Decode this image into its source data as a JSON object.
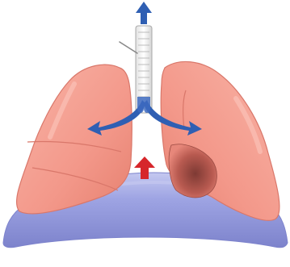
{
  "diagram": {
    "parts": [
      {
        "name": "trachea-syringe",
        "kind": "graduated tube"
      },
      {
        "name": "right-lung",
        "state": "inflated"
      },
      {
        "name": "left-lung",
        "state": "partially collapsed"
      },
      {
        "name": "diaphragm",
        "state": "dome"
      }
    ],
    "arrows": [
      {
        "name": "air-out-arrow",
        "direction": "up",
        "color": "#2f5fb3"
      },
      {
        "name": "diaphragm-push-arrow",
        "direction": "up",
        "color": "#d6262b"
      },
      {
        "name": "airflow-left-arrow",
        "direction": "down-left",
        "color": "#2f5fb3"
      },
      {
        "name": "airflow-right-arrow",
        "direction": "down-right",
        "color": "#2f5fb3"
      }
    ],
    "colors": {
      "lung": "#f3988a",
      "lung_shadow": "#d9776a",
      "lung_highlight": "#f8b3a6",
      "collapsed_cavity": "#b85a50",
      "diaphragm": "#9ea4e3",
      "diaphragm_shadow": "#7d83cc",
      "tube": "#f1f1f1",
      "tube_outline": "#a9a9a9",
      "airflow": "#2f5fb3",
      "push": "#d6262b"
    }
  }
}
